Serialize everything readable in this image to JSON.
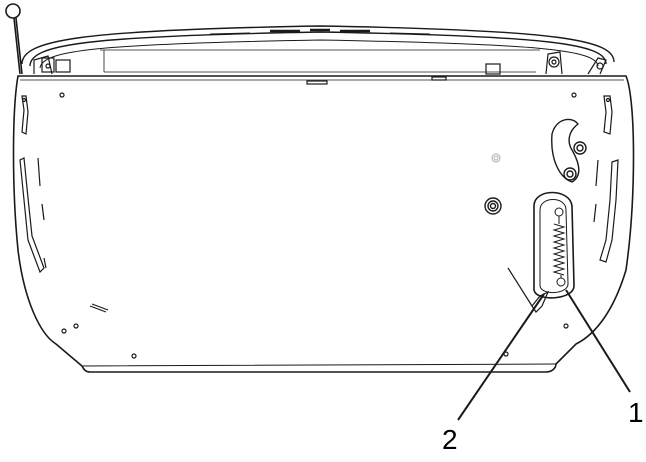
{
  "callouts": [
    {
      "id": "1",
      "label": "1"
    },
    {
      "id": "2",
      "label": "2"
    }
  ],
  "colors": {
    "line": "#1a1a1a",
    "fill": "#ffffff",
    "light": "#bdbdbd"
  }
}
